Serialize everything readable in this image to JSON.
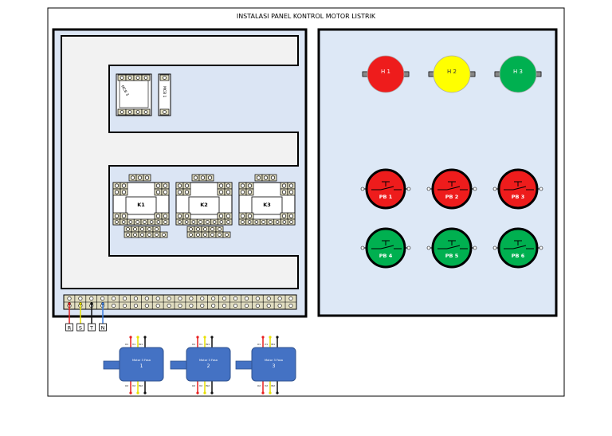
{
  "title": "INSTALASI PANEL KONTROL MOTOR LISTRIK",
  "mcb": {
    "label_a": "MCB 3",
    "label_b": "MCB 1"
  },
  "contactors": [
    {
      "label": "K1"
    },
    {
      "label": "K2"
    },
    {
      "label": "K3"
    }
  ],
  "phases": [
    {
      "label": "R",
      "color": "#e82020"
    },
    {
      "label": "S",
      "color": "#e8e000"
    },
    {
      "label": "T",
      "color": "#111111"
    },
    {
      "label": "N",
      "color": "#3d7fe0"
    }
  ],
  "lamps": [
    {
      "label": "H 1",
      "color": "#ee1c1c"
    },
    {
      "label": "H 2",
      "color": "#ffff00"
    },
    {
      "label": "H 3",
      "color": "#00b050"
    }
  ],
  "buttons": [
    {
      "label": "PB 1",
      "color": "#ee1c1c"
    },
    {
      "label": "PB 2",
      "color": "#ee1c1c"
    },
    {
      "label": "PB 3",
      "color": "#ee1c1c"
    },
    {
      "label": "PB 4",
      "color": "#00b050"
    },
    {
      "label": "PB 5",
      "color": "#00b050"
    },
    {
      "label": "PB 6",
      "color": "#00b050"
    }
  ],
  "motors": [
    {
      "title": "Motor 3 Fasa",
      "number": "1",
      "top_terminals": [
        "U1",
        "V1",
        "W1"
      ],
      "bottom_terminals": [
        "U2",
        "V2",
        "W2"
      ]
    },
    {
      "title": "Motor 3 Fasa",
      "number": "2",
      "top_terminals": [
        "U1",
        "V1",
        "W1"
      ],
      "bottom_terminals": [
        "U2",
        "V2",
        "W2"
      ]
    },
    {
      "title": "Motor 3 Fasa",
      "number": "3",
      "top_terminals": [
        "U1",
        "V1",
        "W1"
      ],
      "bottom_terminals": [
        "U2",
        "V2",
        "W2"
      ]
    }
  ],
  "colors": {
    "panel_fill": "#dbe5f4",
    "duct_fill": "#f2f2f2",
    "right_panel_fill": "#dde8f6",
    "motor_body": "#4472c4",
    "terminal_fill": "#e0dcc0"
  }
}
